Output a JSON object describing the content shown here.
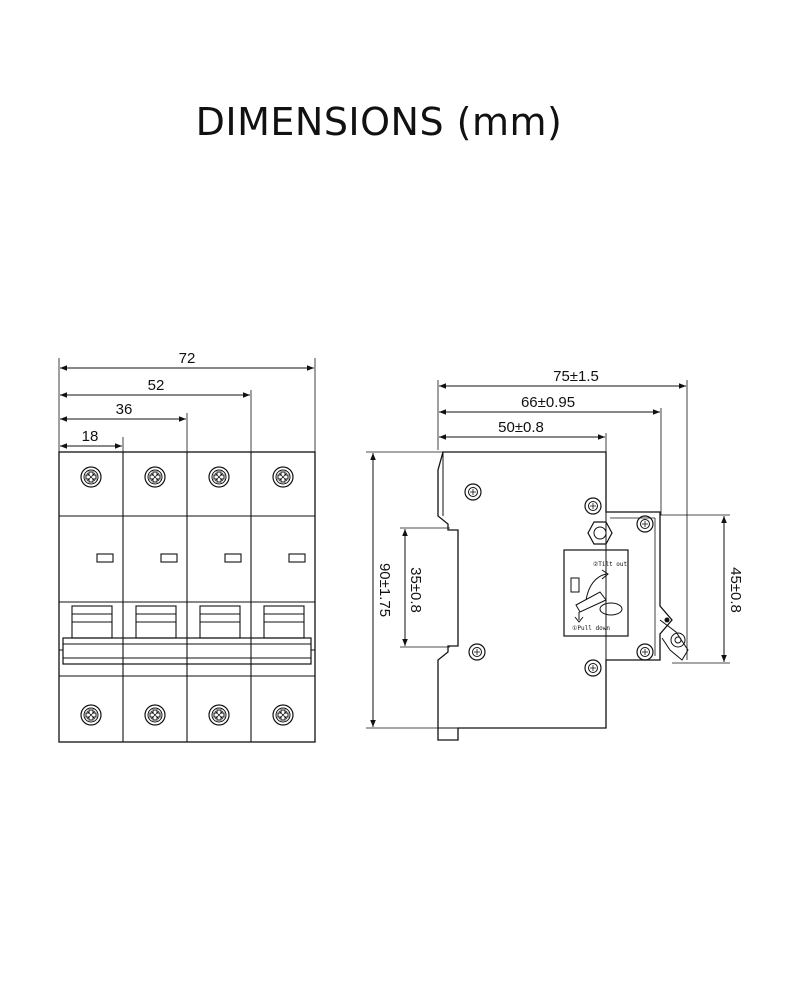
{
  "title": "DIMENSIONS (mm)",
  "front_view": {
    "widths": [
      "72",
      "52",
      "36",
      "18"
    ],
    "pole_count": 4
  },
  "side_view": {
    "depths": [
      "75±1.5",
      "66±0.95",
      "50±0.8"
    ],
    "height": "90±1.75",
    "rail_height": "35±0.8",
    "face_height": "45±0.8",
    "note_tilt": "②Tilt out",
    "note_pull": "①Pull down"
  },
  "colors": {
    "line": "#111111",
    "background": "#ffffff"
  }
}
